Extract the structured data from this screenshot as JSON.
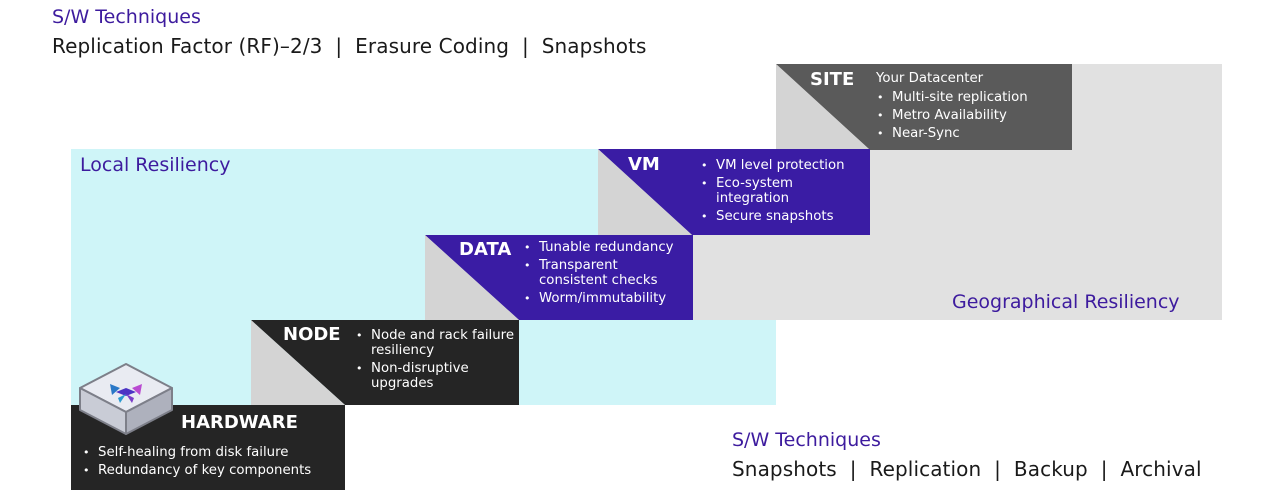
{
  "top_techniques": {
    "title": "S/W Techniques",
    "items": "Replication Factor (RF)–2/3  |  Erasure Coding  |  Snapshots"
  },
  "bottom_techniques": {
    "title": "S/W Techniques",
    "items": "Snapshots  |  Replication  |  Backup  |  Archival"
  },
  "zones": {
    "local": "Local Resiliency",
    "geo": "Geographical Resiliency"
  },
  "tiers": {
    "site": {
      "name": "SITE",
      "heading": "Your Datacenter",
      "bullets": [
        "Multi-site replication",
        "Metro Availability",
        "Near-Sync"
      ]
    },
    "vm": {
      "name": "VM",
      "bullets": [
        "VM level protection",
        "Eco-system integration",
        "Secure snapshots"
      ]
    },
    "data": {
      "name": "DATA",
      "bullets": [
        "Tunable redundancy",
        "Transparent consistent checks",
        "Worm/immutability"
      ]
    },
    "node": {
      "name": "NODE",
      "bullets": [
        "Node and rack failure resiliency",
        "Non-disruptive upgrades"
      ]
    },
    "hardware": {
      "name": "HARDWARE",
      "bullets": [
        "Self-healing from disk failure",
        "Redundancy of key components"
      ]
    }
  },
  "colors": {
    "accent_purple": "#3d1b9e",
    "tier_dark": "#252525",
    "tier_site": "#5a5a5a",
    "tier_vm_data": "#3a1ca4",
    "local_zone_bg": "#cff5f8",
    "geo_zone_bg": "#e1e1e1"
  },
  "icons": {
    "hardware_logo": "server-box-x-logo-icon"
  }
}
